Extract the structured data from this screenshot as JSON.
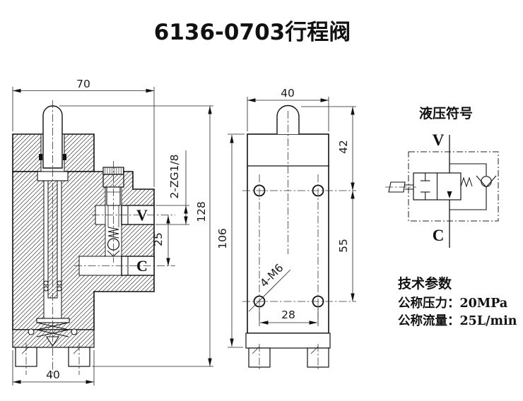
{
  "title": "6136-0703行程阀",
  "section_view": {
    "dim_width": "70",
    "dim_height": "128",
    "dim_port_pitch": "25",
    "dim_base_width": "40",
    "port_thread_label": "2-ZG1/8",
    "port_v": "V",
    "port_c": "C"
  },
  "front_view": {
    "dim_width": "40",
    "dim_top_to_hole": "42",
    "dim_hole_pitch_v": "55",
    "dim_body_height": "106",
    "dim_hole_pitch_h": "28",
    "mount_thread_label": "4-M6"
  },
  "hydraulic_symbol": {
    "heading": "液压符号",
    "port_top": "V",
    "port_bottom": "C"
  },
  "tech_specs": {
    "heading": "技术参数",
    "pressure_label": "公称压力：",
    "pressure_value": "20MPa",
    "flow_label": "公称流量：",
    "flow_value": "25L/min"
  }
}
